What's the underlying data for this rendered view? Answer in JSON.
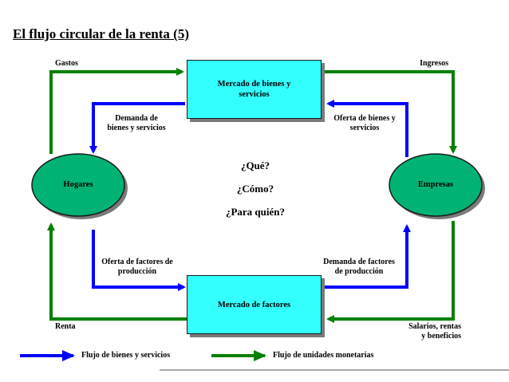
{
  "title": "El flujo circular de la renta  (5)",
  "nodes": {
    "goods_market": "Mercado de bienes y servicios",
    "factor_market": "Mercado de factores",
    "households": "Hogares",
    "firms": "Empresas"
  },
  "flow_labels": {
    "spending": "Gastos",
    "revenue": "Ingresos",
    "goods_demand_line1": "Demanda de",
    "goods_demand_line2": "bienes y servicios",
    "goods_supply_line1": "Oferta de bienes y",
    "goods_supply_line2": "servicios",
    "factor_supply_line1": "Oferta de factores de",
    "factor_supply_line2": "producción",
    "factor_demand_line1": "Demanda de factores",
    "factor_demand_line2": "de producción",
    "rent": "Renta",
    "wages_line1": "Salarios, rentas",
    "wages_line2": "y beneficios"
  },
  "questions": [
    "¿Qué?",
    "¿Cómo?",
    "¿Para quién?"
  ],
  "legend": {
    "goods_flow": "Flujo de bienes y servicios",
    "money_flow": "Flujo de unidades monetarias"
  },
  "colors": {
    "goods_arrow": "#0000ff",
    "money_arrow": "#008000",
    "box_fill": "#33ffff",
    "ellipse_fill": "#00b373"
  }
}
